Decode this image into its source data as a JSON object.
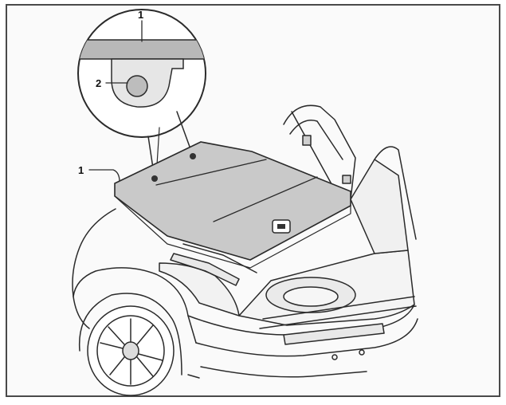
{
  "callouts": {
    "top_label": "1",
    "hole_label": "2",
    "cover_label": "1"
  },
  "colors": {
    "frame": "#4a4a4a",
    "cover_fill": "#c9c9c9",
    "magnifier_band": "#b8b8b8",
    "line": "#2a2a2a"
  },
  "icons": [
    "magnifier-detail",
    "luggage-compartment-cover",
    "vehicle-rear-outline"
  ]
}
